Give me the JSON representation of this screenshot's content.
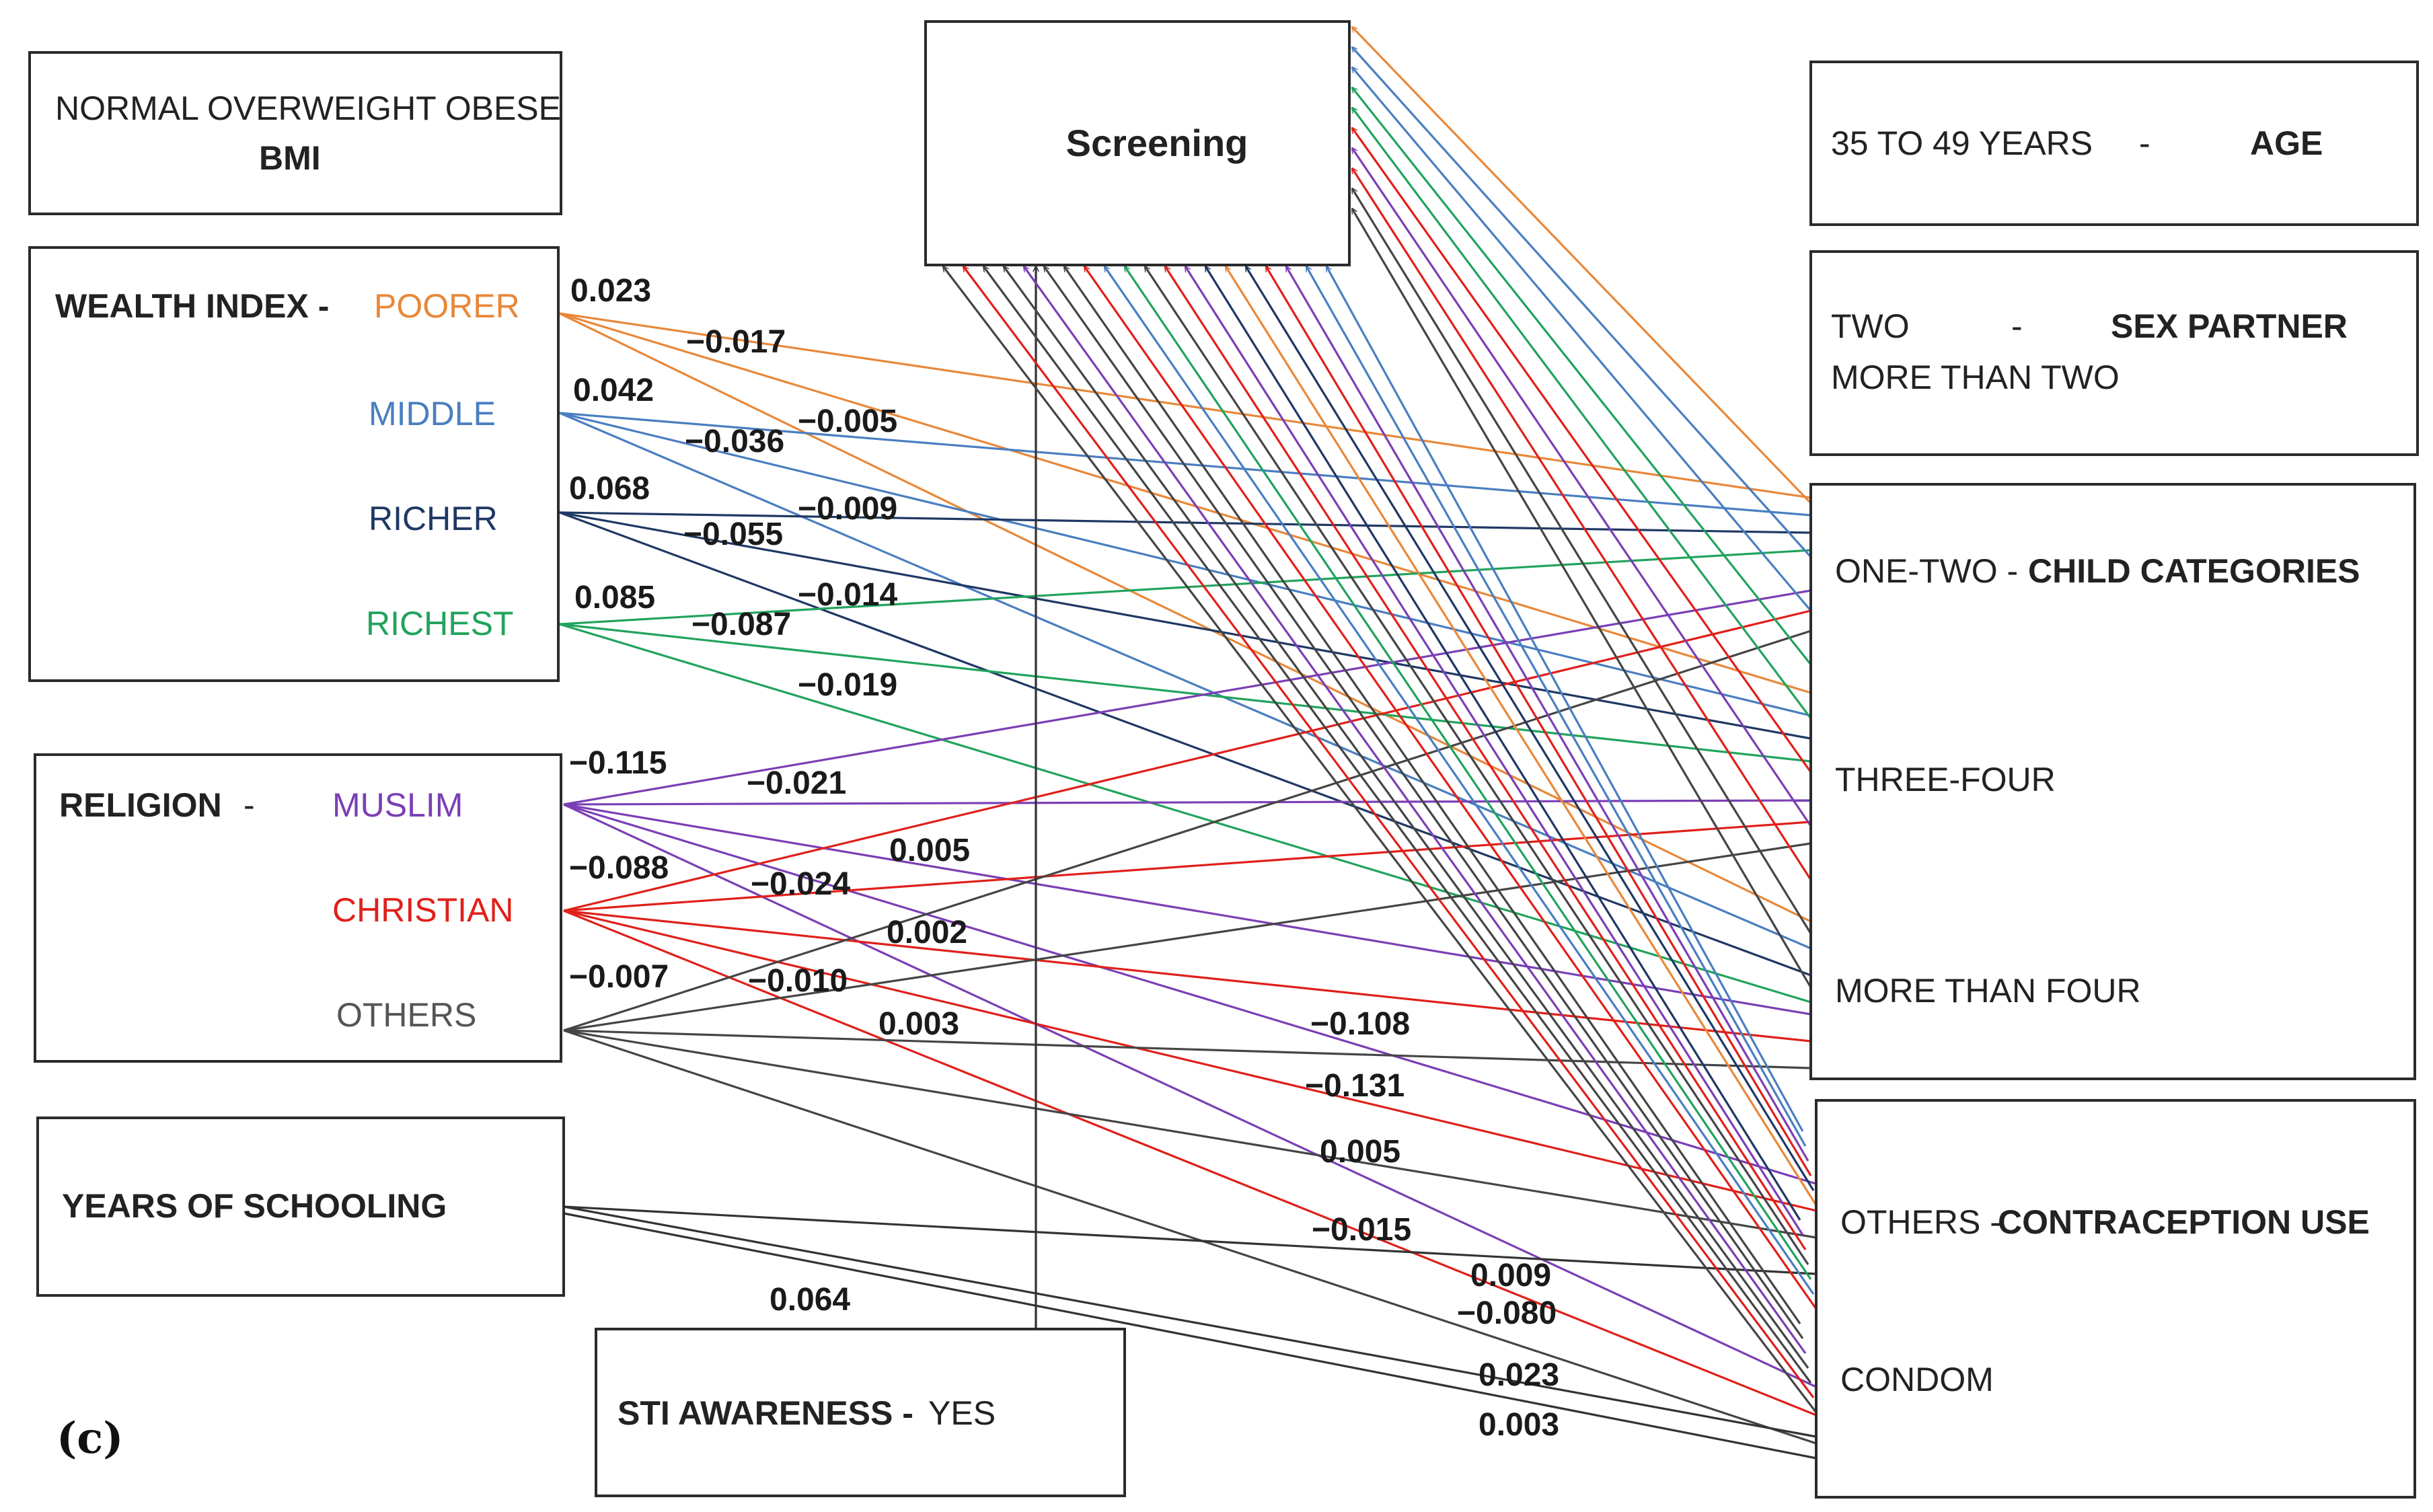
{
  "colors": {
    "poorer": "#e8883a",
    "middle": "#4a7ec0",
    "richer": "#1f3864",
    "richest": "#21a35c",
    "muslim": "#7b3fb5",
    "christian": "#e0201a",
    "others": "#454545",
    "neutral": "#333333"
  },
  "boxes": {
    "bmi": {
      "line1": "NORMAL  OVERWEIGHT OBESE",
      "title": "BMI"
    },
    "screening": {
      "title": "Screening"
    },
    "age": {
      "value": "35 TO 49 YEARS",
      "dash": "-",
      "title": "AGE"
    },
    "sex_partner": {
      "value1": "TWO",
      "dash": "-",
      "title": "SEX PARTNER",
      "value2": "MORE THAN TWO"
    },
    "wealth": {
      "title": "WEALTH INDEX -",
      "items": [
        "POORER",
        "MIDDLE",
        "RICHER",
        "RICHEST"
      ]
    },
    "child": {
      "item1": "ONE-TWO -",
      "title": "CHILD CATEGORIES",
      "item2": "THREE-FOUR",
      "item3": "MORE THAN FOUR"
    },
    "religion": {
      "title": "RELIGION",
      "dash": "-",
      "items": [
        "MUSLIM",
        "CHRISTIAN",
        "OTHERS"
      ]
    },
    "schooling": {
      "title": "YEARS OF SCHOOLING"
    },
    "contraception": {
      "item1": "OTHERS -",
      "title": "CONTRACEPTION USE",
      "item2": "CONDOM"
    },
    "sti": {
      "title": "STI AWARENESS -",
      "value": "YES"
    }
  },
  "panel_label": "(c)",
  "coefficients": [
    {
      "id": "poorer_1",
      "value": "0.023"
    },
    {
      "id": "poorer_2",
      "value": "−0.017"
    },
    {
      "id": "middle_1",
      "value": "0.042"
    },
    {
      "id": "middle_3",
      "value": "−0.005"
    },
    {
      "id": "middle_2",
      "value": "−0.036"
    },
    {
      "id": "richer_1",
      "value": "0.068"
    },
    {
      "id": "richer_3",
      "value": "−0.009"
    },
    {
      "id": "richer_2",
      "value": "−0.055"
    },
    {
      "id": "richest_1",
      "value": "0.085"
    },
    {
      "id": "richest_3",
      "value": "−0.014"
    },
    {
      "id": "richest_2",
      "value": "−0.087"
    },
    {
      "id": "richest_4",
      "value": "−0.019"
    },
    {
      "id": "muslim_1",
      "value": "−0.115"
    },
    {
      "id": "muslim_2",
      "value": "−0.021"
    },
    {
      "id": "muslim_3",
      "value": "0.005"
    },
    {
      "id": "christian_1",
      "value": "−0.088"
    },
    {
      "id": "christian_2",
      "value": "−0.024"
    },
    {
      "id": "christian_3",
      "value": "0.002"
    },
    {
      "id": "others_1",
      "value": "−0.007"
    },
    {
      "id": "others_2",
      "value": "−0.010"
    },
    {
      "id": "others_3",
      "value": "0.003"
    },
    {
      "id": "cu_1",
      "value": "−0.108"
    },
    {
      "id": "cu_2",
      "value": "−0.131"
    },
    {
      "id": "cu_3",
      "value": "0.005"
    },
    {
      "id": "cu_4",
      "value": "−0.015"
    },
    {
      "id": "condom_1",
      "value": "0.009"
    },
    {
      "id": "condom_2",
      "value": "−0.080"
    },
    {
      "id": "condom_3",
      "value": "0.023"
    },
    {
      "id": "condom_4",
      "value": "0.003"
    },
    {
      "id": "sti_1",
      "value": "0.064"
    }
  ]
}
